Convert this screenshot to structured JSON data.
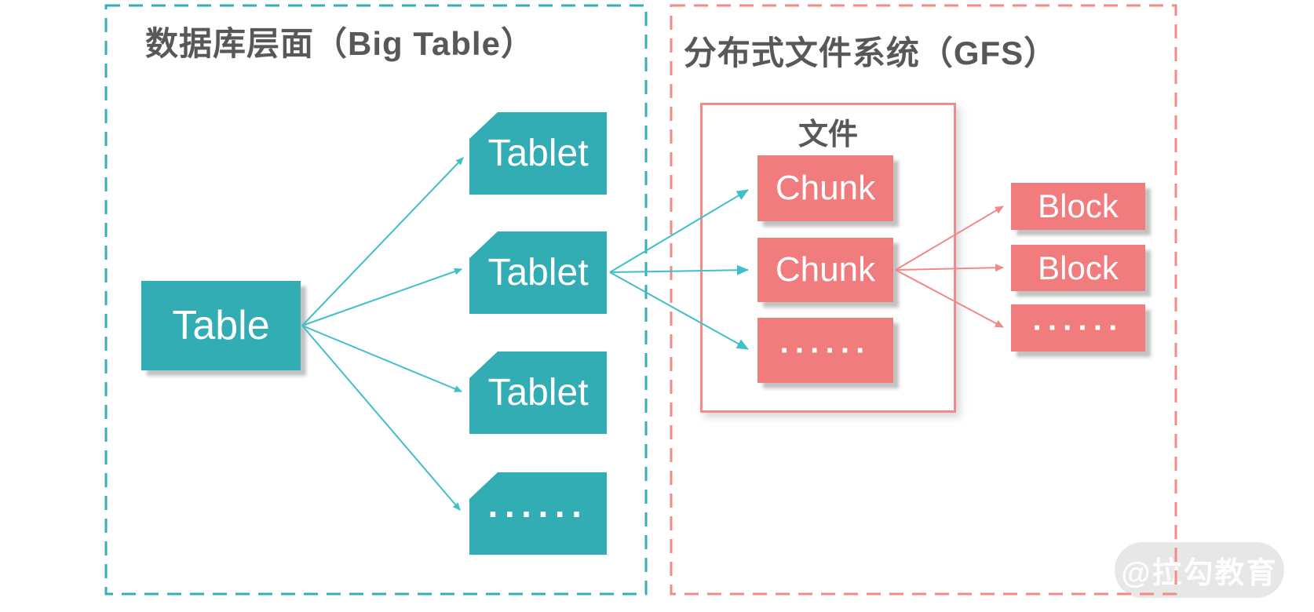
{
  "sections": {
    "bigtable": {
      "title": "数据库层面（Big Table）",
      "border_color": "#35AEB6"
    },
    "gfs": {
      "title": "分布式文件系统（GFS）",
      "border_color": "#F28B85"
    }
  },
  "nodes": {
    "table": {
      "label": "Table"
    },
    "tablet1": {
      "label": "Tablet"
    },
    "tablet2": {
      "label": "Tablet"
    },
    "tablet3": {
      "label": "Tablet"
    },
    "tablet_more": {
      "label": "······"
    },
    "file_group": {
      "label": "文件"
    },
    "chunk1": {
      "label": "Chunk"
    },
    "chunk2": {
      "label": "Chunk"
    },
    "chunk_more": {
      "label": "······"
    },
    "block1": {
      "label": "Block"
    },
    "block2": {
      "label": "Block"
    },
    "block_more": {
      "label": "······"
    }
  },
  "edges": [
    {
      "from": "Table",
      "to": "Tablet-1"
    },
    {
      "from": "Table",
      "to": "Tablet-2"
    },
    {
      "from": "Table",
      "to": "Tablet-3"
    },
    {
      "from": "Table",
      "to": "Tablet-more"
    },
    {
      "from": "Tablet-2",
      "to": "Chunk-1"
    },
    {
      "from": "Tablet-2",
      "to": "Chunk-2"
    },
    {
      "from": "Tablet-2",
      "to": "Chunk-more"
    },
    {
      "from": "Chunk-2",
      "to": "Block-1"
    },
    {
      "from": "Chunk-2",
      "to": "Block-2"
    },
    {
      "from": "Chunk-2",
      "to": "Block-more"
    }
  ],
  "colors": {
    "teal_fill": "#31ADB3",
    "teal_arrow": "#3FBFCB",
    "pink_fill": "#F07C7E",
    "red_solid_border": "#F28B8B",
    "red_arrow": "#F08A8A",
    "title_text": "#595757",
    "box_text": "#FFFFFF"
  },
  "watermark": {
    "label": "@拉勾教育"
  }
}
